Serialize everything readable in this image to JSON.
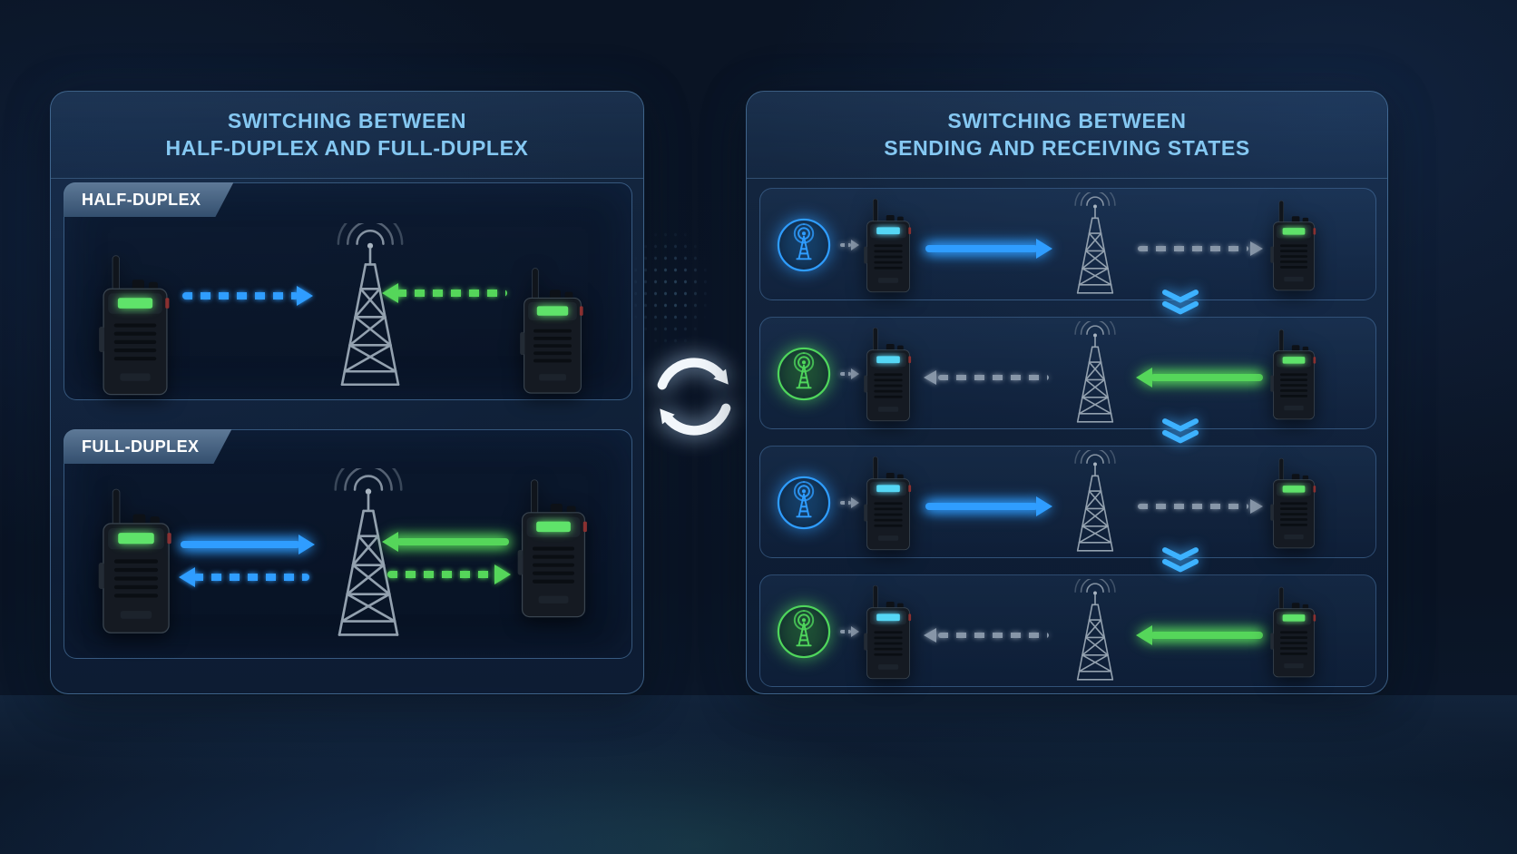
{
  "left_panel": {
    "title_line1": "SWITCHING BETWEEN",
    "title_line2": "HALF-DUPLEX AND FULL-DUPLEX",
    "half_duplex": {
      "label": "HALF-DUPLEX",
      "arrows": [
        {
          "from": "left-radio",
          "to": "tower",
          "color": "blue",
          "style": "dashed",
          "direction": "right"
        },
        {
          "from": "right-radio",
          "to": "tower",
          "color": "green",
          "style": "dashed",
          "direction": "left"
        }
      ]
    },
    "full_duplex": {
      "label": "FULL-DUPLEX",
      "arrows": [
        {
          "from": "left-radio",
          "to": "tower",
          "color": "blue",
          "style": "solid",
          "direction": "right"
        },
        {
          "from": "right-radio",
          "to": "tower",
          "color": "green",
          "style": "solid",
          "direction": "left"
        },
        {
          "from": "tower",
          "to": "left-radio",
          "color": "blue",
          "style": "dashed",
          "direction": "left"
        },
        {
          "from": "tower",
          "to": "right-radio",
          "color": "green",
          "style": "dashed",
          "direction": "right"
        }
      ]
    }
  },
  "center": {
    "icon": "cycle-sync-icon"
  },
  "right_panel": {
    "title_line1": "SWITCHING BETWEEN",
    "title_line2": "SENDING AND RECEIVING STATES",
    "rows": [
      {
        "state": "sending",
        "accent": "blue",
        "arrows": [
          {
            "segment": "radio-to-tower",
            "color": "blue",
            "style": "solid",
            "direction": "right"
          },
          {
            "segment": "tower-to-radio",
            "color": "gray",
            "style": "dashed",
            "direction": "right"
          }
        ]
      },
      {
        "state": "receiving",
        "accent": "green",
        "arrows": [
          {
            "segment": "tower-to-radio",
            "color": "gray",
            "style": "dashed",
            "direction": "left"
          },
          {
            "segment": "radio-to-tower",
            "color": "green",
            "style": "solid",
            "direction": "left"
          }
        ]
      },
      {
        "state": "sending",
        "accent": "blue",
        "arrows": [
          {
            "segment": "radio-to-tower",
            "color": "blue",
            "style": "solid",
            "direction": "right"
          },
          {
            "segment": "tower-to-radio",
            "color": "gray",
            "style": "dashed",
            "direction": "right"
          }
        ]
      },
      {
        "state": "receiving",
        "accent": "green",
        "arrows": [
          {
            "segment": "tower-to-radio",
            "color": "gray",
            "style": "dashed",
            "direction": "left"
          },
          {
            "segment": "radio-to-tower",
            "color": "green",
            "style": "solid",
            "direction": "left"
          }
        ]
      }
    ]
  },
  "colors": {
    "accent_blue": "#2f9dff",
    "accent_green": "#55d65a",
    "dashed_gray": "#8796a8",
    "title_blue": "#85c8f2",
    "background": "#0a1424",
    "cycle_white": "#f2f7fb"
  }
}
